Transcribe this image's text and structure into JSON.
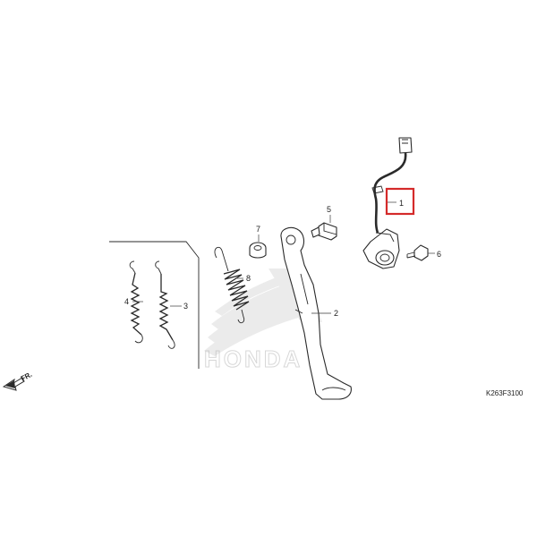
{
  "diagram": {
    "drawing_code": "K263F3100",
    "direction_label": "FR.",
    "watermark_text": "HONDA",
    "highlight_color": "#d42a2a",
    "callouts": [
      {
        "id": "callout-1",
        "label": "1",
        "part": "side-stand-switch",
        "highlighted": true
      },
      {
        "id": "callout-2",
        "label": "2",
        "part": "side-stand"
      },
      {
        "id": "callout-3",
        "label": "3",
        "part": "spring-b"
      },
      {
        "id": "callout-4",
        "label": "4",
        "part": "spring-a"
      },
      {
        "id": "callout-5",
        "label": "5",
        "part": "pivot-bolt"
      },
      {
        "id": "callout-6",
        "label": "6",
        "part": "flange-bolt"
      },
      {
        "id": "callout-7",
        "label": "7",
        "part": "lock-nut"
      },
      {
        "id": "callout-8",
        "label": "8",
        "part": "side-stand-spring"
      }
    ]
  }
}
